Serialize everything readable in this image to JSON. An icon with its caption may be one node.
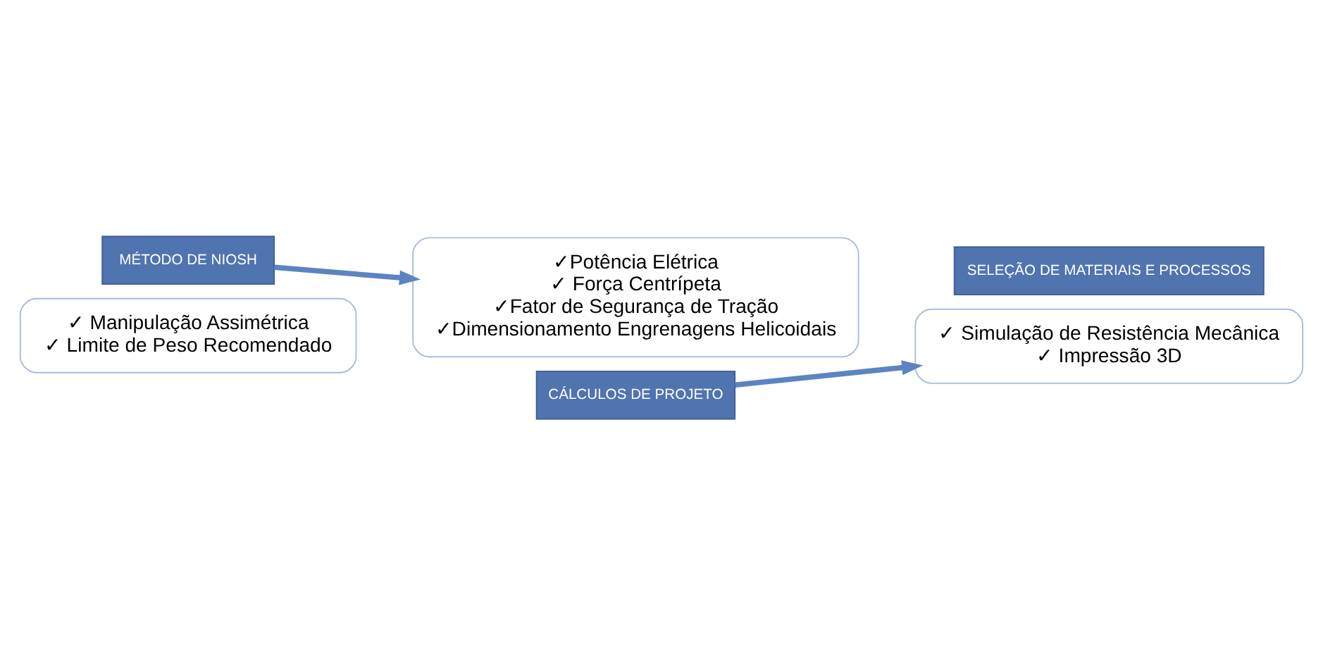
{
  "diagram": {
    "nodes": [
      {
        "text": [
          "MÉTODO DE NIOSH"
        ]
      },
      {
        "text": [
          "✓ Manipulação Assimétrica",
          "✓ Limite de Peso Recomendado"
        ]
      },
      {
        "text": [
          "✓Potência Elétrica",
          "✓ Força Centrípeta",
          "✓Fator de Segurança de Tração",
          "✓Dimensionamento Engrenagens Helicoidais"
        ]
      },
      {
        "text": [
          "CÁLCULOS DE PROJETO"
        ]
      },
      {
        "text": [
          "SELEÇÃO DE MATERIAIS E PROCESSOS"
        ]
      },
      {
        "text": [
          "✓ Simulação de Resistência Mecânica",
          "✓ Impressão 3D"
        ]
      }
    ],
    "edges": [
      {
        "from": 0,
        "to": 2,
        "arrow": "to"
      },
      {
        "from": 3,
        "to": 5,
        "arrow": "to"
      }
    ]
  }
}
